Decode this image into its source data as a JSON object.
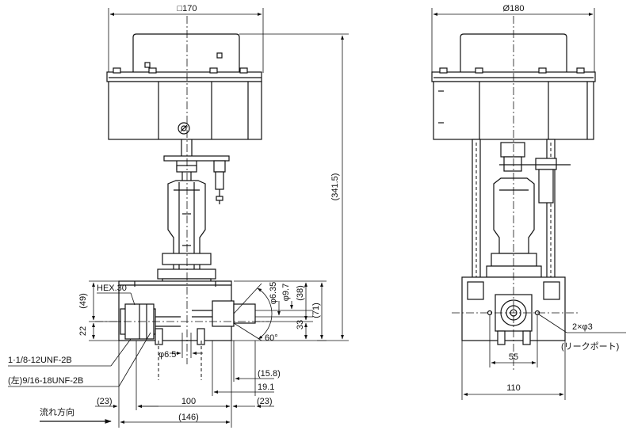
{
  "front_view": {
    "dim_top_width": "□170",
    "dim_total_height": "(341.5)",
    "dim_hex": "HEX.30",
    "dim_49": "(49)",
    "dim_22": "22",
    "dim_6_5": "φ6.5",
    "dim_6_35": "φ6.35",
    "dim_9_7": "φ9.7",
    "dim_38": "(38)",
    "dim_33": "33",
    "dim_71": "(71)",
    "angle_60": "60°",
    "dim_15_8": "(15.8)",
    "dim_19_1": "19.1",
    "dim_23_left": "(23)",
    "dim_23_right": "(23)",
    "dim_100": "100",
    "dim_146": "(146)",
    "thread_1": "1·1/8-12UNF-2B",
    "thread_2": "(左)9/16-18UNF-2B",
    "flow_direction": "流れ方向"
  },
  "side_view": {
    "dim_diameter": "Ø180",
    "dim_55": "55",
    "dim_110": "110",
    "leak_port_count": "2×φ3",
    "leak_port_label": "(リークポート)"
  }
}
